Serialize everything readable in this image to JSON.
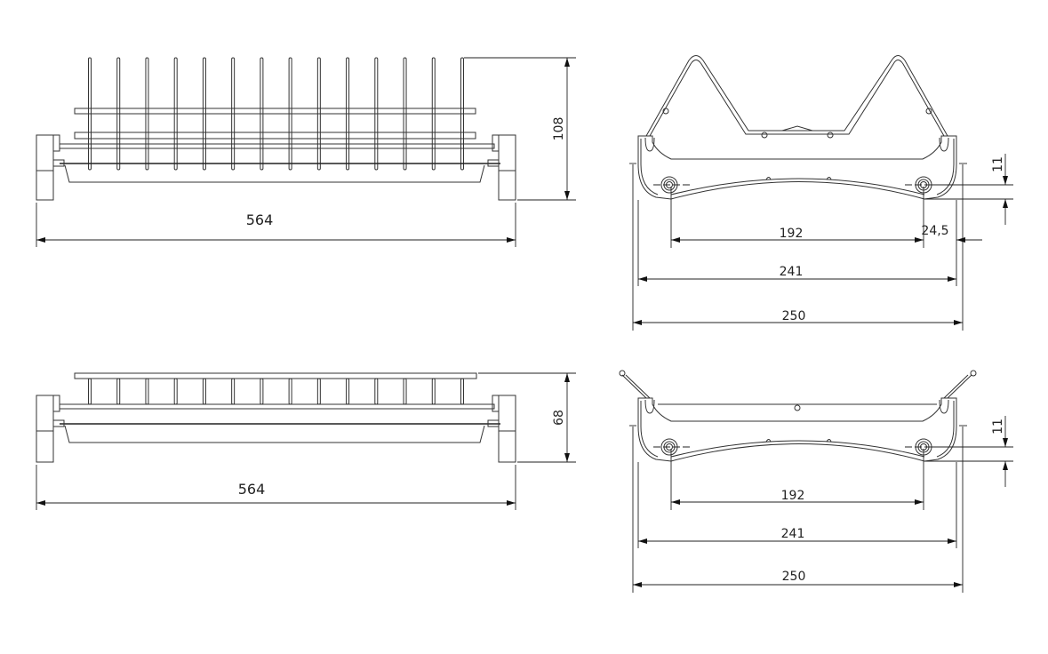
{
  "drawings": {
    "side_view_tall": {
      "width_label": "564",
      "height_label": "108",
      "pin_count": 14
    },
    "end_view_tall": {
      "d1": "192",
      "d2": "241",
      "d3": "250",
      "offset": "24,5",
      "hole": "11"
    },
    "side_view_low": {
      "width_label": "564",
      "height_label": "68",
      "pin_count": 14
    },
    "end_view_low": {
      "d1": "192",
      "d2": "241",
      "d3": "250",
      "hole": "11"
    }
  },
  "colors": {
    "line": "#333333",
    "background": "#ffffff"
  }
}
